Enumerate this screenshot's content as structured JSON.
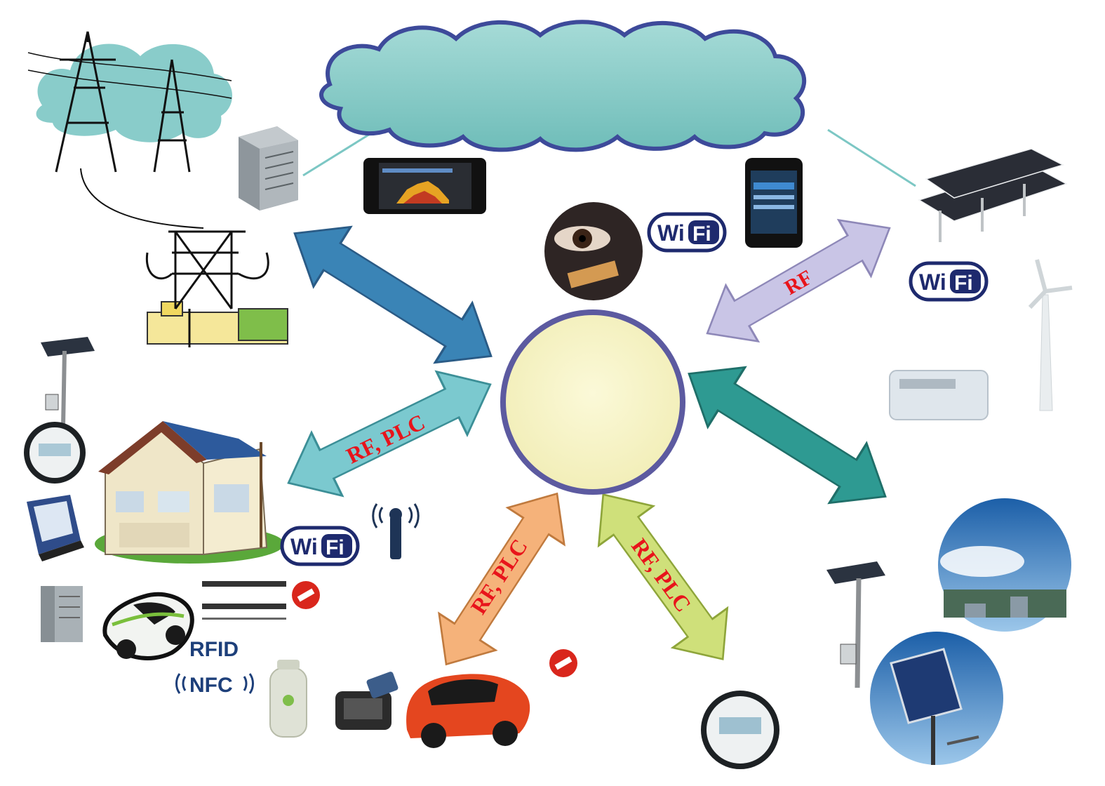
{
  "labels": {
    "rf_top_right": "RF",
    "rf_plc_left": "RF, PLC",
    "rf_plc_bottom_left": "RF, PLC",
    "rf_plc_bottom_right": "RF, PLC"
  },
  "badges": {
    "wifi_part1": "Wi",
    "wifi_part2": "Fi",
    "rfid": "RFID",
    "nfc": "NFC"
  },
  "colors": {
    "cloud": "#7cc7c4",
    "hub": "#f7f4c4",
    "hub_border": "#5c5aa0",
    "arrow_blue": "#3a84b6",
    "arrow_lavender": "#c9c5e6",
    "arrow_cyan": "#7bc9cf",
    "arrow_teal": "#2e9a92",
    "arrow_orange": "#f5b27a",
    "arrow_lime": "#cfe07a",
    "label_red": "#e8141b",
    "wifi_navy": "#1e2a6e"
  },
  "icons": [
    "transmission-tower-icon",
    "server-icon",
    "smartphone-chart-icon",
    "eye-icon",
    "smartphone-icon",
    "solar-farm-icon",
    "wind-turbine-icon",
    "substation-icon",
    "house-icon",
    "smart-meter-icon",
    "electric-car-icon",
    "antenna-icon",
    "solar-street-light-icon",
    "city-photo-icon",
    "solar-panel-photo-icon",
    "battery-icon",
    "no-entry-icon"
  ]
}
